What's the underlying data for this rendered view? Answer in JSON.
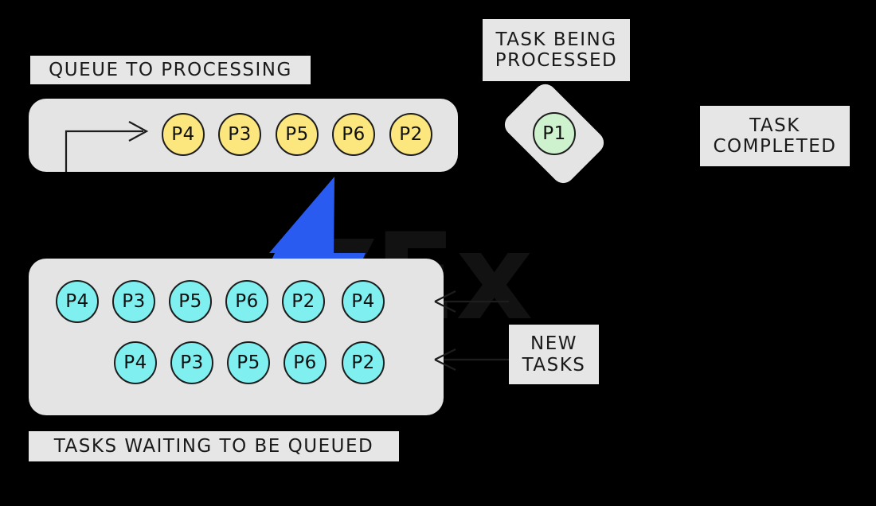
{
  "diagram": {
    "title": "task queue diagram",
    "colors": {
      "background": "#000000",
      "panel": "#e4e4e4",
      "label_panel": "#e6e6e6",
      "queued_node": "#fbe77e",
      "waiting_node": "#7fefef",
      "processing_node": "#cdf2cd",
      "stroke": "#1d1d1d",
      "logo_blue": "#2a5bf0"
    }
  },
  "labels": {
    "queue_to_processing": "QUEUE TO PROCESSING",
    "task_being_processed": "TASK BEING\nPROCESSED",
    "task_completed": "TASK\nCOMPLETED",
    "new_tasks": "NEW\nTASKS",
    "tasks_waiting": "TASKS WAITING TO BE QUEUED"
  },
  "queue_row": {
    "name": "queue-to-processing",
    "nodes": [
      "P4",
      "P3",
      "P5",
      "P6",
      "P2"
    ]
  },
  "processing": {
    "name": "task-being-processed",
    "node": "P1"
  },
  "waiting_rows": [
    {
      "name": "waiting-row-1",
      "nodes": [
        "P4",
        "P3",
        "P5",
        "P6",
        "P2",
        "P4"
      ]
    },
    {
      "name": "waiting-row-2",
      "nodes": [
        "P4",
        "P3",
        "P5",
        "P6",
        "P2"
      ]
    }
  ],
  "arrows": {
    "queue_feed": "arrow into queue row",
    "new_tasks_1": "arrow from new tasks to waiting row 1",
    "new_tasks_2": "arrow from new tasks to waiting row 2"
  }
}
